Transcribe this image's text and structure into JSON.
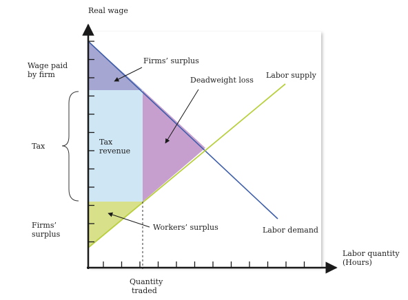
{
  "labels": {
    "y_axis": "Real wage",
    "x_axis_line1": "Labor quantity",
    "x_axis_line2": "(Hours)",
    "wage_paid_line1": "Wage paid",
    "wage_paid_line2": "by firm",
    "tax": "Tax",
    "firms_surplus_left_line1": "Firms’",
    "firms_surplus_left_line2": "surplus",
    "firms_surplus_top": "Firms’ surplus",
    "deadweight_loss": "Deadweight loss",
    "labor_supply": "Labor supply",
    "labor_demand": "Labor demand",
    "tax_revenue_line1": "Tax",
    "tax_revenue_line2": "revenue",
    "workers_surplus": "Workers’ surplus",
    "quantity_traded_line1": "Quantity",
    "quantity_traded_line2": "traded"
  },
  "colors": {
    "firms_surplus_fill": "#a6a6d2",
    "tax_revenue_fill": "#cfe6f4",
    "deadweight_loss_fill": "#c79fcf",
    "workers_surplus_fill": "#d8e08a",
    "demand_line": "#3d5ea8",
    "supply_line": "#b9cf3e",
    "axis": "#1a1a1a"
  }
}
